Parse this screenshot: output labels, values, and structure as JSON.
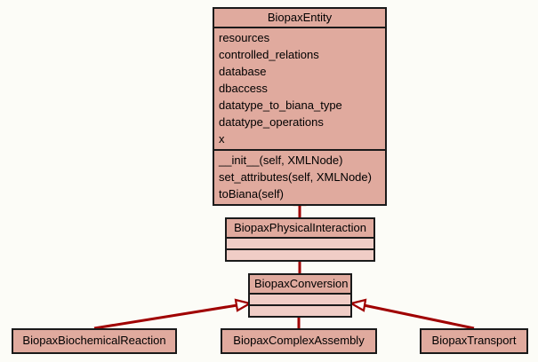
{
  "diagram": {
    "type": "uml-class-diagram",
    "background_color": "#fcfcf7",
    "class_fill_color": "#e0aa9e",
    "empty_compartment_color": "#f0cdc6",
    "border_color": "#1a1a1a",
    "edge_color": "#a00000",
    "arrowhead_fill": "#ffffff",
    "relationship": "generalization"
  },
  "classes": {
    "biopax_entity": {
      "name": "BiopaxEntity",
      "attributes": [
        "resources",
        "controlled_relations",
        "database",
        "dbaccess",
        "datatype_to_biana_type",
        "datatype_operations",
        "x"
      ],
      "methods": [
        "__init__(self, XMLNode)",
        "set_attributes(self, XMLNode)",
        "toBiana(self)"
      ]
    },
    "biopax_physical_interaction": {
      "name": "BiopaxPhysicalInteraction",
      "attributes": [],
      "methods": []
    },
    "biopax_conversion": {
      "name": "BiopaxConversion",
      "attributes": [],
      "methods": []
    },
    "biopax_biochemical_reaction": {
      "name": "BiopaxBiochemicalReaction"
    },
    "biopax_complex_assembly": {
      "name": "BiopaxComplexAssembly"
    },
    "biopax_transport": {
      "name": "BiopaxTransport"
    }
  },
  "edges": [
    {
      "from": "BiopaxPhysicalInteraction",
      "to": "BiopaxEntity"
    },
    {
      "from": "BiopaxConversion",
      "to": "BiopaxPhysicalInteraction"
    },
    {
      "from": "BiopaxBiochemicalReaction",
      "to": "BiopaxConversion"
    },
    {
      "from": "BiopaxComplexAssembly",
      "to": "BiopaxConversion"
    },
    {
      "from": "BiopaxTransport",
      "to": "BiopaxConversion"
    }
  ]
}
